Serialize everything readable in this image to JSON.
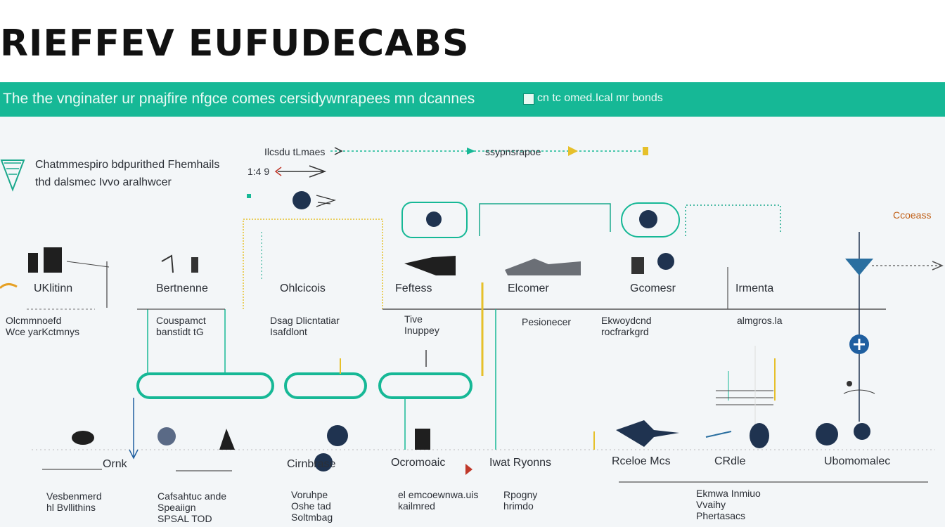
{
  "header": {
    "title": "RIEFFEV EUFUDECABS",
    "banner_text": "The the vnginater ur pnajfire nfgce comes cersidywnrapees mn dcannes",
    "banner_note": "cn tc omed.Ical mr bonds"
  },
  "legend": {
    "line1": "Chatmmespiro bdpurithed Fhemhails",
    "line2": "thd dalsmec Ivvo aralhwcer"
  },
  "top_row": {
    "left_label": "Ilcsdu tLmaes",
    "right_label": "ssypnsrapoe"
  },
  "side_label": "1:4 9",
  "right_edge_label": "Ccoeass",
  "nodes": [
    {
      "label": "UKlitinn",
      "sub": "Olcmmnoefd\nWce yarKctmnys"
    },
    {
      "label": "Bertnenne",
      "sub": "Couspamct\nbanstidt tG"
    },
    {
      "label": "Ohlcicois",
      "sub": "Dsag Dlicntatiar\nIsafdlont"
    },
    {
      "label": "Feftess",
      "sub": "Tive\nInuppey"
    },
    {
      "label": "Elcomer",
      "sub": "Pesionecer"
    },
    {
      "label": "Gcomesr",
      "sub": "Ekwoydcnd\nrocfrarkgrd"
    },
    {
      "label": "Irmenta",
      "sub": "almgros.la"
    }
  ],
  "bottom_nodes": [
    {
      "label": "Ornk",
      "sub": "Vesbenmerd\nhl Bvllithins"
    },
    {
      "label": "Cirnbrase",
      "sub": "Cafsahtuc ande\nSpeaiign\nSPSAL TOD"
    },
    {
      "label": "Ocromoaic",
      "sub": "Voruhpe\nOshe tad\nSoltmbag"
    },
    {
      "label": "Iwat Ryonns",
      "sub": "el emcoewnwa.uis\nkailmred"
    },
    {
      "label": "Rceloe Mcs",
      "sub": "Rpogny\nhrimdo"
    },
    {
      "label": "CRdle",
      "sub": "Ekmwa Inmiuo\nVvaihy\nPhertasacs"
    },
    {
      "label": "Ubomomalec",
      "sub": ""
    }
  ]
}
